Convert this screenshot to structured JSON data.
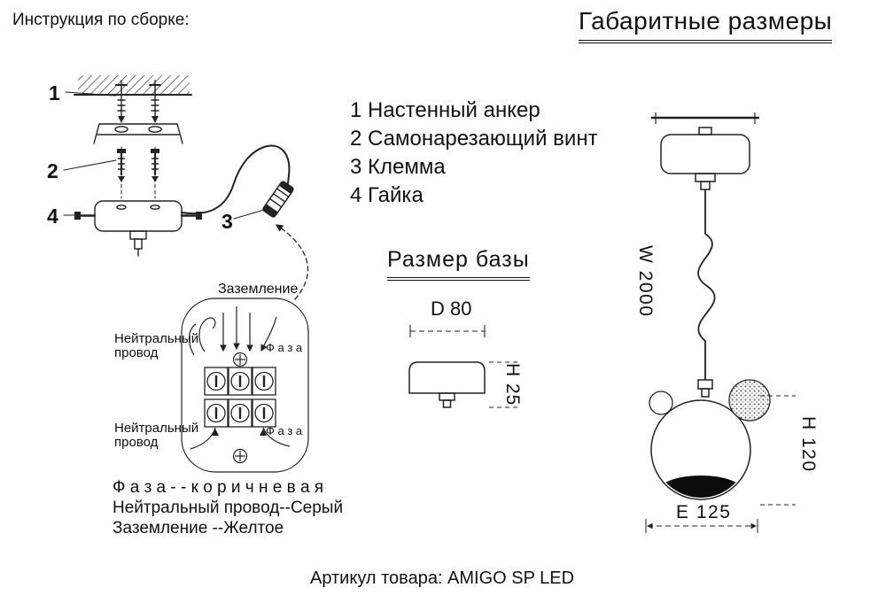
{
  "page": {
    "title_left": "Инструкция по сборке:",
    "title_right": "Габаритные размеры",
    "footer": "Артикул товара: AMIGO SP LED"
  },
  "parts": {
    "items": [
      "1 Настенный анкер",
      "2 Самонарезающий винт",
      "3 Клемма",
      "4 Гайка"
    ]
  },
  "callouts": {
    "one": "1",
    "two": "2",
    "three": "3",
    "four": "4"
  },
  "wiring": {
    "ground": "Заземление",
    "neutral_top": "Нейтральный провод",
    "neutral_bottom": "Нейтральный провод",
    "phase_top": "Ф а з а",
    "phase_bottom": "Ф а з а"
  },
  "legend": {
    "phase": "Ф а з а - - к о р и ч н е в а я",
    "neutral": "Нейтральный провод--Серый",
    "ground": "Заземление --Желтое"
  },
  "base": {
    "heading": "Размер базы",
    "dim_diameter": "D 80",
    "dim_height": "H 25"
  },
  "lamp": {
    "dim_wire": "W 2000",
    "dim_height": "H 120",
    "dim_width": "E 125"
  },
  "colors": {
    "ink": "#111111",
    "line": "#222222",
    "background": "#ffffff"
  }
}
